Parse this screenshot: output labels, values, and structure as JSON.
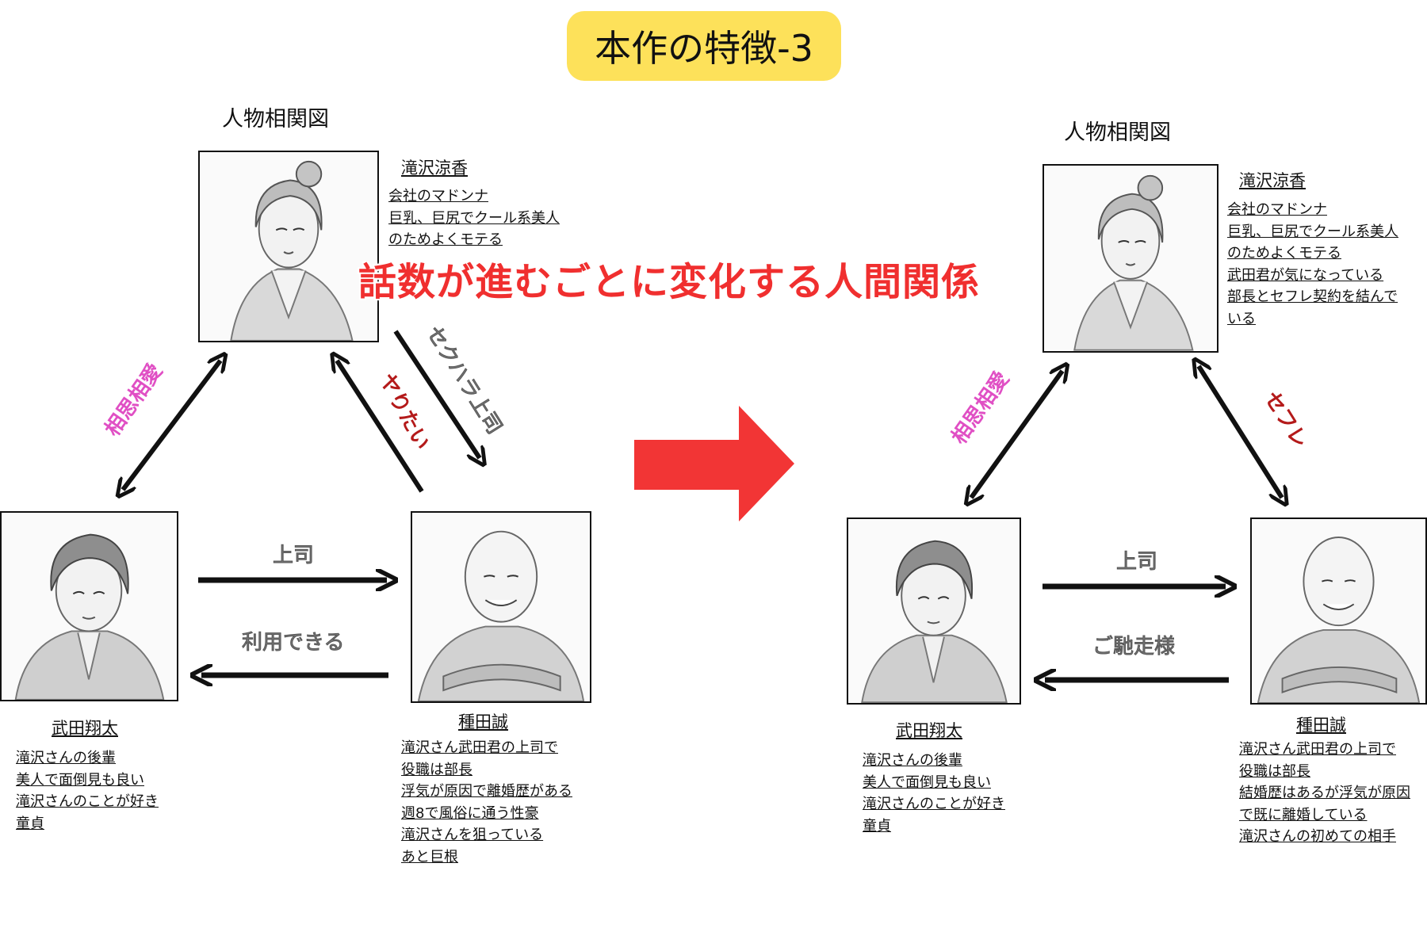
{
  "title": "本作の特徴-3",
  "banner": "話数が進むごとに変化する人間関係",
  "colors": {
    "title_bg": "#fde15a",
    "banner": "#f02f2f",
    "big_arrow": "#f23535",
    "pink_label": "#e04fc4",
    "red_label": "#b41a1a"
  },
  "left": {
    "heading": "人物相関図",
    "takizawa": {
      "name": "滝沢涼香",
      "lines": [
        "会社のマドンナ",
        "巨乳、巨尻でクール系美人",
        "のためよくモテる"
      ]
    },
    "takeda": {
      "name": "武田翔太",
      "lines": [
        "滝沢さんの後輩",
        "美人で面倒見も良い",
        "滝沢さんのことが好き",
        "童貞"
      ]
    },
    "taneda": {
      "name": "種田誠",
      "lines": [
        "滝沢さん武田君の上司で",
        "役職は部長",
        "浮気が原因で離婚歴がある",
        "週8で風俗に通う性豪",
        "滝沢さんを狙っている",
        "あと巨根"
      ]
    },
    "labels": {
      "takeda_takizawa": "相思相愛",
      "taneda_to_takizawa": "ヤりたい",
      "takizawa_to_taneda": "セクハラ上司",
      "takeda_to_taneda": "上司",
      "taneda_to_takeda": "利用できる"
    }
  },
  "right": {
    "heading": "人物相関図",
    "takizawa": {
      "name": "滝沢涼香",
      "lines": [
        "会社のマドンナ",
        "巨乳、巨尻でクール系美人",
        "のためよくモテる",
        "武田君が気になっている",
        "部長とセフレ契約を結んで",
        "いる"
      ]
    },
    "takeda": {
      "name": "武田翔太",
      "lines": [
        "滝沢さんの後輩",
        "美人で面倒見も良い",
        "滝沢さんのことが好き",
        "童貞"
      ]
    },
    "taneda": {
      "name": "種田誠",
      "lines": [
        "滝沢さん武田君の上司で",
        "役職は部長",
        "結婚歴はあるが浮気が原因",
        "で既に離婚している",
        "滝沢さんの初めての相手"
      ]
    },
    "labels": {
      "takeda_takizawa": "相思相愛",
      "takizawa_taneda": "セフレ",
      "takeda_to_taneda": "上司",
      "taneda_to_takeda": "ご馳走様"
    }
  }
}
